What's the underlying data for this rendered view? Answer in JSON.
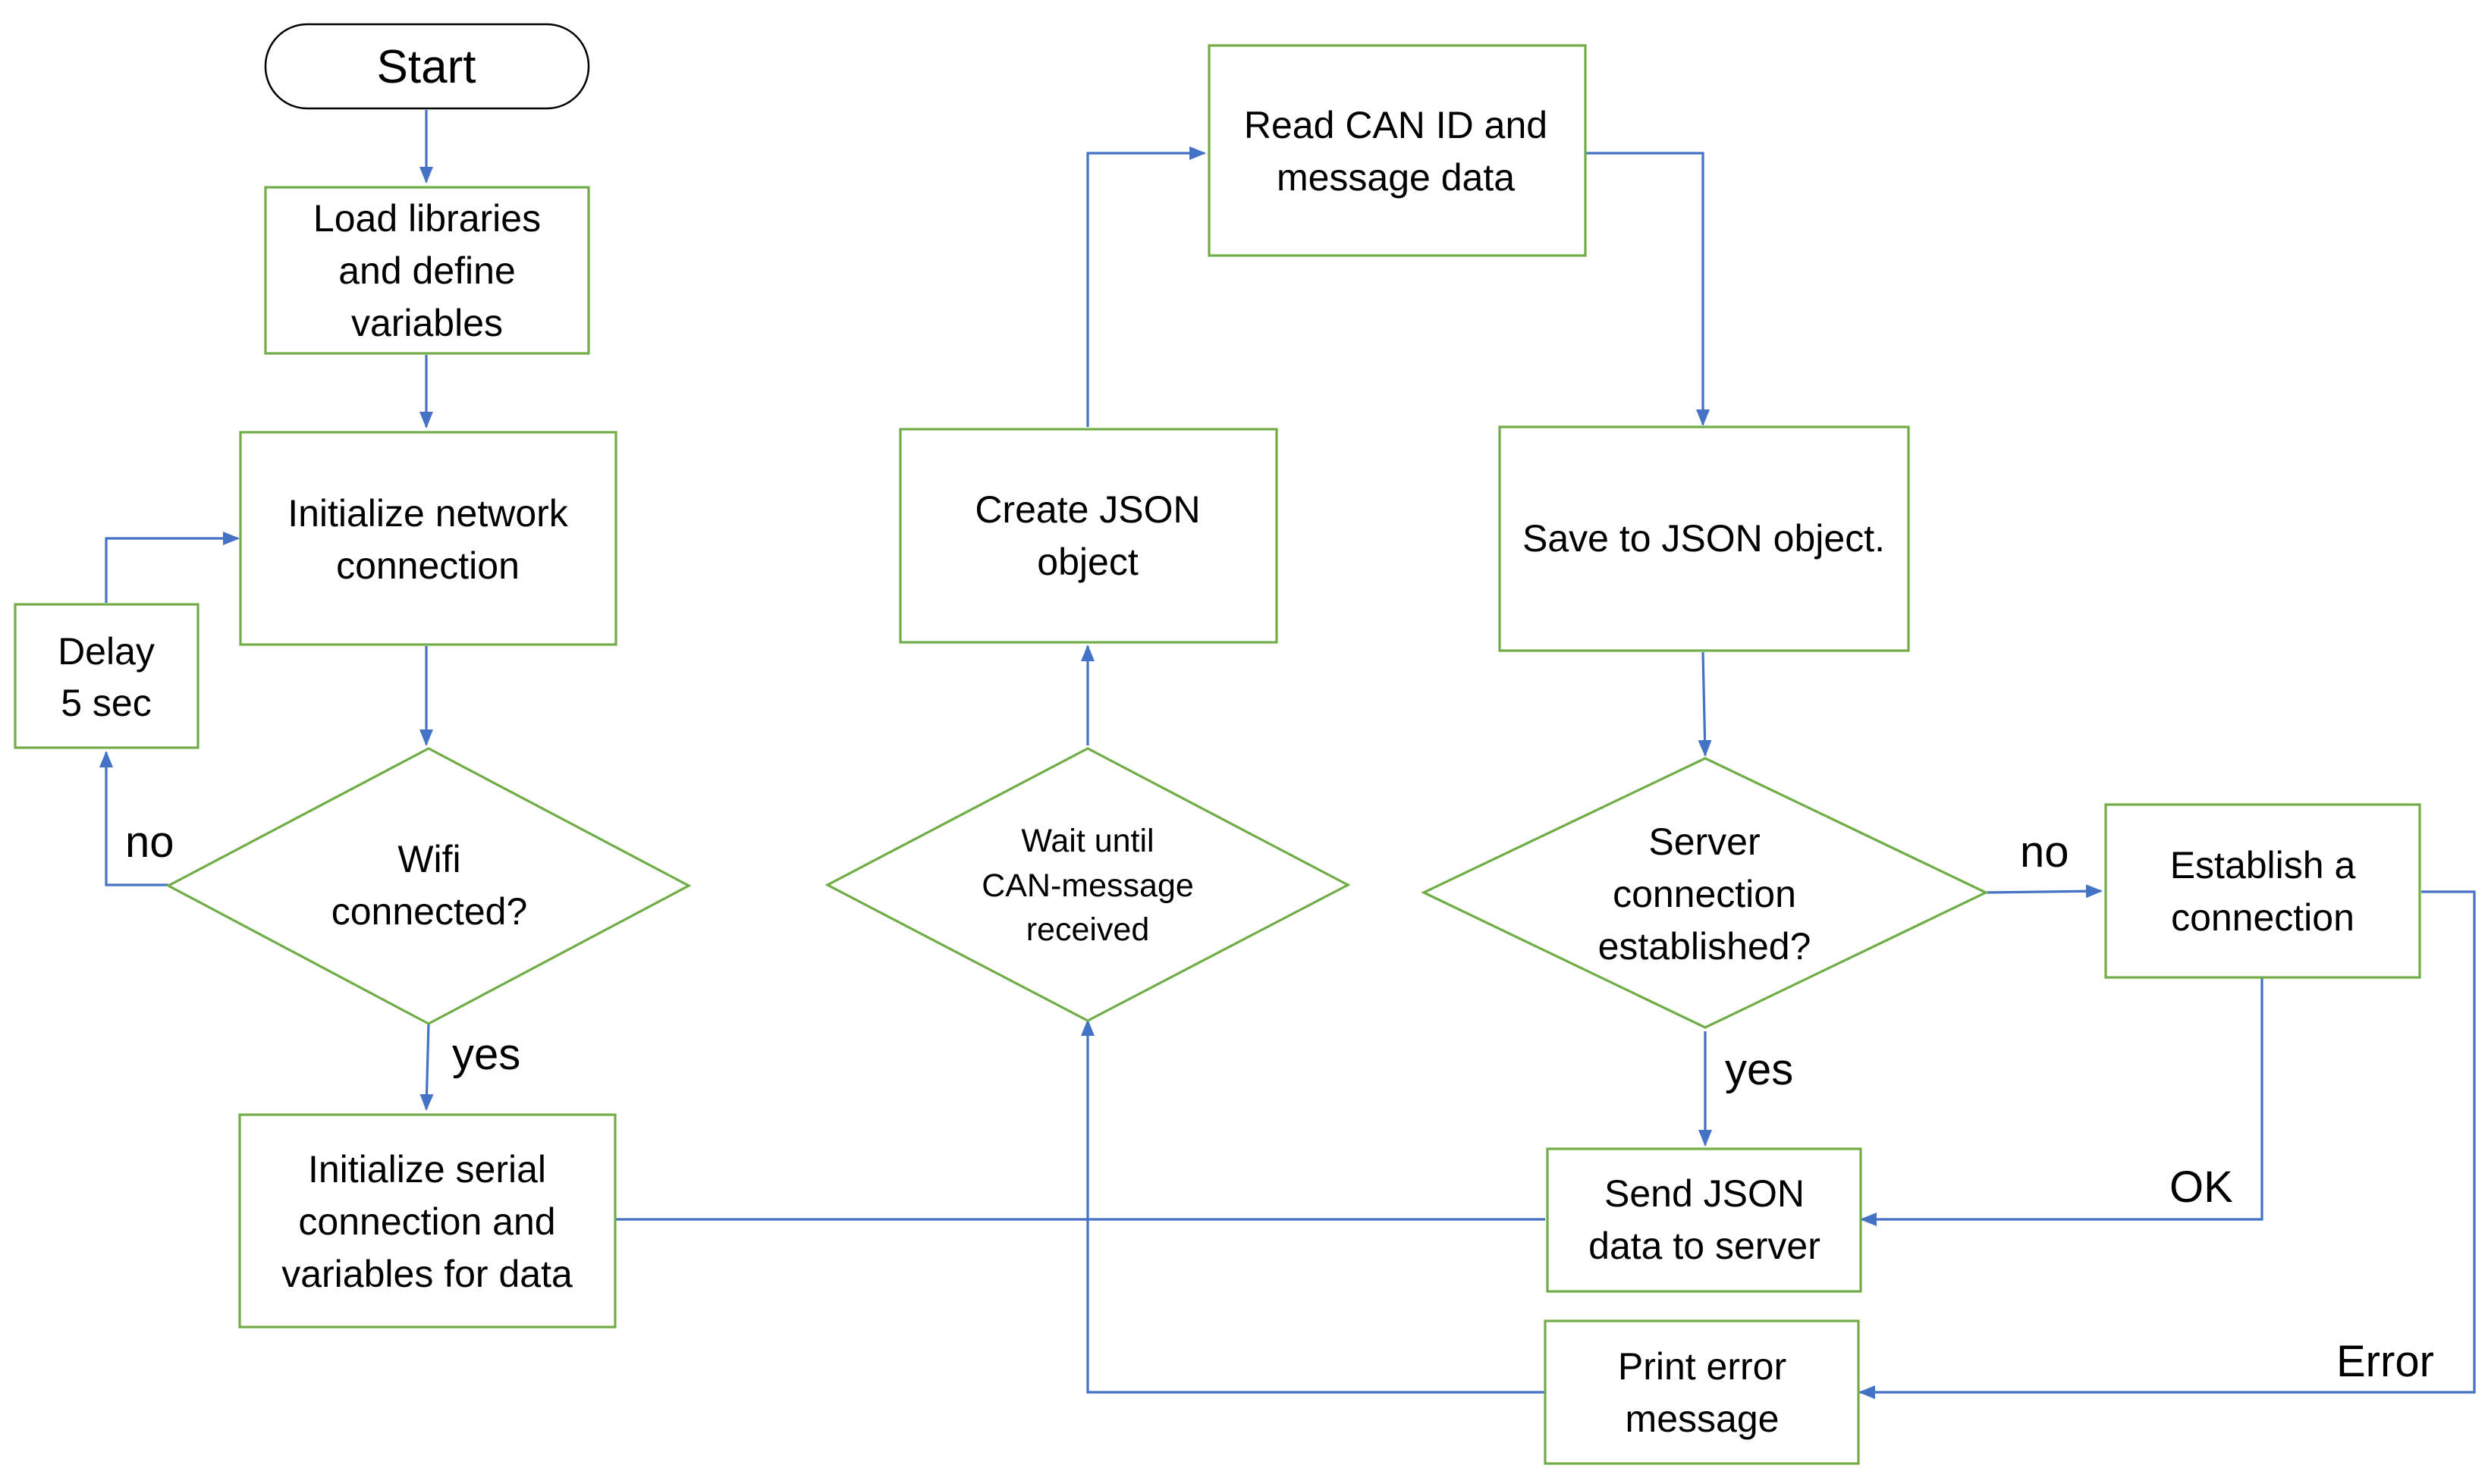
{
  "nodes": {
    "start": "Start",
    "load": [
      "Load libraries",
      "and define",
      "variables"
    ],
    "init_net": [
      "Initialize network",
      "connection"
    ],
    "delay": [
      "Delay",
      "5 sec"
    ],
    "wifi": [
      "Wifi",
      "connected?"
    ],
    "init_serial": [
      "Initialize serial",
      "connection and",
      "variables for data"
    ],
    "wait": [
      "Wait until",
      "CAN-message",
      "received"
    ],
    "create_json": [
      "Create JSON",
      "object"
    ],
    "read_can": [
      "Read CAN ID and",
      "message data"
    ],
    "save_json": [
      "Save to JSON object."
    ],
    "server": [
      "Server",
      "connection",
      "established?"
    ],
    "establish": [
      "Establish a",
      "connection"
    ],
    "send": [
      "Send JSON",
      "data to server"
    ],
    "print_err": [
      "Print error",
      "message"
    ]
  },
  "labels": {
    "wifi_no": "no",
    "wifi_yes": "yes",
    "server_no": "no",
    "server_yes": "yes",
    "ok": "OK",
    "error": "Error"
  },
  "colors": {
    "box_border": "#70ad47",
    "connector": "#4472c4",
    "terminator_border": "#000000"
  }
}
